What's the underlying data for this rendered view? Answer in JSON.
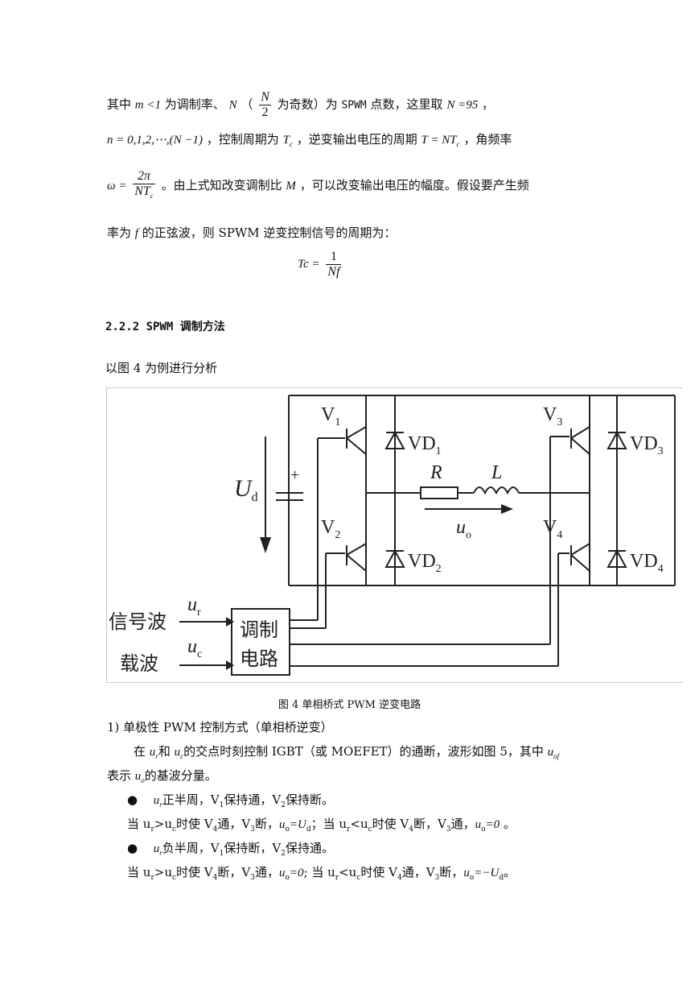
{
  "p1": {
    "a": "其中",
    "m_lt_1": "m <1",
    "b": "为调制率、",
    "N": "N",
    "lparen": "（",
    "frac_num": "N",
    "frac_den": "2",
    "c": "为奇数）为",
    "spwm": "SPWM",
    "d": "点数，这里取",
    "N95": "N =95",
    "e": "，"
  },
  "p2": {
    "n_range": "n = 0,1,2,⋯,(N −1)",
    "a": "，控制周期为",
    "Tc": "T",
    "Tc_sub": "c",
    "b": "，逆变输出电压的周期",
    "T_eq": "T = NT",
    "T_eq_sub": "c",
    "c": "，角频率"
  },
  "p3": {
    "omega": "ω =",
    "frac_num": "2π",
    "frac_den": "NT",
    "frac_den_sub": "c",
    "a": "。由上式知改变调制比",
    "M": "M",
    "b": "，可以改变输出电压的幅度。假设要产生频"
  },
  "p4": {
    "a": "率为",
    "f": "f",
    "b": "的正弦波，则 SPWM 逆变控制信号的周期为："
  },
  "eq": {
    "lhs": "Tc =",
    "num": "1",
    "den": "Nf"
  },
  "section_heading": "2.2.2 SPWM 调制方法",
  "intro": "以图 4 为例进行分析",
  "figure": {
    "labels": {
      "V1": "V",
      "V1_sub": "1",
      "V2": "V",
      "V2_sub": "2",
      "V3": "V",
      "V3_sub": "3",
      "V4": "V",
      "V4_sub": "4",
      "VD1": "VD",
      "VD1_sub": "1",
      "VD2": "VD",
      "VD2_sub": "2",
      "VD3": "VD",
      "VD3_sub": "3",
      "VD4": "VD",
      "VD4_sub": "4",
      "R": "R",
      "L": "L",
      "Ud": "U",
      "Ud_sub": "d",
      "plus": "+",
      "uo": "u",
      "uo_sub": "o",
      "ur": "u",
      "ur_sub": "r",
      "uc": "u",
      "uc_sub": "c",
      "signal_wave": "信号波",
      "carrier_wave": "载波",
      "modulator_line1": "调制",
      "modulator_line2": "电路"
    },
    "caption": "图 4 单相桥式 PWM 逆变电路"
  },
  "list": {
    "item1": "1)  单极性 PWM 控制方式（单相桥逆变）",
    "para_a": "在",
    "ur": "u",
    "ur_sub": "r",
    "and": "和",
    "uc": "u",
    "uc_sub": "c",
    "para_b": "的交点时刻控制 IGBT（或 MOEFET）的通断，波形如图 5，其中",
    "uof": "u",
    "uof_sub": "of",
    "para_c": "表示",
    "uo": "u",
    "uo_sub": "o",
    "para_d": "的基波分量。",
    "bullet": "●",
    "b1_u": "u",
    "b1_sub": "r",
    "b1_text": "正半周，V",
    "b1_v1": "1",
    "b1_text2": "保持通，V",
    "b1_v2": "2",
    "b1_text3": "保持断。",
    "l1": "当 u",
    "l1_r": "r",
    "l1_gt": ">u",
    "l1_c": "c",
    "l1_b": "时使 V",
    "l1_4": "4",
    "l1_c2": "通，V",
    "l1_3": "3",
    "l1_d": "断，",
    "l1_uo": "u",
    "l1_o": "o",
    "l1_eq": "=U",
    "l1_dsub": "d",
    "l1_e": "；当 u",
    "l1_r2": "r",
    "l1_lt": "<u",
    "l1_c3": "c",
    "l1_f": "时使 V",
    "l1_42": "4",
    "l1_g": "断，V",
    "l1_32": "3",
    "l1_h": "通，",
    "l1_uo2": "u",
    "l1_o2": "o",
    "l1_zero": "=0",
    "l1_end": "。",
    "b2_u": "u",
    "b2_sub": "r",
    "b2_text": "负半周，V",
    "b2_v1": "1",
    "b2_text2": "保持断，V",
    "b2_v2": "2",
    "b2_text3": "保持通。",
    "l2": "当 u",
    "l2_r": "r",
    "l2_gt": ">u",
    "l2_c": "c",
    "l2_b": "时使 V",
    "l2_4": "4",
    "l2_c2": "断，V",
    "l2_3": "3",
    "l2_d": "通，",
    "l2_uo": "u",
    "l2_o": "o",
    "l2_zero": "=0",
    "l2_e": "; 当 u",
    "l2_r2": "r",
    "l2_lt": "<u",
    "l2_c3": "c",
    "l2_f": "时使 V",
    "l2_42": "4",
    "l2_g": "通，V",
    "l2_32": "3",
    "l2_h": "断，",
    "l2_uo2": "u",
    "l2_o2": "o",
    "l2_neg": "=−U",
    "l2_dsub": "d",
    "l2_end": "。"
  }
}
